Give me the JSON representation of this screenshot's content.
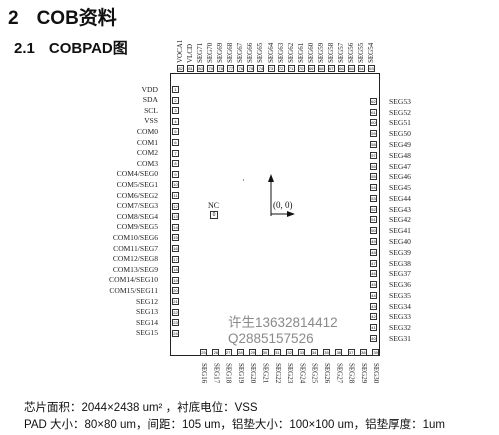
{
  "heading": {
    "number": "2",
    "title": "COB资料"
  },
  "subheading": {
    "number": "2.1",
    "title": "COBPAD图"
  },
  "left_pins": [
    {
      "label": "VDD",
      "num": "1"
    },
    {
      "label": "SDA",
      "num": "2"
    },
    {
      "label": "SCL",
      "num": "3"
    },
    {
      "label": "VSS",
      "num": "4"
    },
    {
      "label": "COM0",
      "num": "5"
    },
    {
      "label": "COM1",
      "num": "6"
    },
    {
      "label": "COM2",
      "num": "7"
    },
    {
      "label": "COM3",
      "num": "8"
    },
    {
      "label": "COM4/SEG0",
      "num": "9"
    },
    {
      "label": "COM5/SEG1",
      "num": "10"
    },
    {
      "label": "COM6/SEG2",
      "num": "11"
    },
    {
      "label": "COM7/SEG3",
      "num": "12"
    },
    {
      "label": "COM8/SEG4",
      "num": "13"
    },
    {
      "label": "COM9/SEG5",
      "num": "14"
    },
    {
      "label": "COM10/SEG6",
      "num": "15"
    },
    {
      "label": "COM11/SEG7",
      "num": "16"
    },
    {
      "label": "COM12/SEG8",
      "num": "17"
    },
    {
      "label": "COM13/SEG9",
      "num": "18"
    },
    {
      "label": "COM14/SEG10",
      "num": "19"
    },
    {
      "label": "COM15/SEG11",
      "num": "20"
    },
    {
      "label": "SEG12",
      "num": "21"
    },
    {
      "label": "SEG13",
      "num": "22"
    },
    {
      "label": "SEG14",
      "num": "23"
    },
    {
      "label": "SEG15",
      "num": "24"
    }
  ],
  "bottom_pins": [
    {
      "label": "SEG16",
      "num": "25"
    },
    {
      "label": "SEG17",
      "num": "26"
    },
    {
      "label": "SEG18",
      "num": "27"
    },
    {
      "label": "SEG19",
      "num": "28"
    },
    {
      "label": "SEG20",
      "num": "29"
    },
    {
      "label": "SEG21",
      "num": "30"
    },
    {
      "label": "SEG22",
      "num": "31"
    },
    {
      "label": "SEG23",
      "num": "32"
    },
    {
      "label": "SEG24",
      "num": "33"
    },
    {
      "label": "SEG25",
      "num": "34"
    },
    {
      "label": "SEG26",
      "num": "35"
    },
    {
      "label": "SEG27",
      "num": "36"
    },
    {
      "label": "SEG28",
      "num": "37"
    },
    {
      "label": "SEG29",
      "num": "38"
    },
    {
      "label": "SEG30",
      "num": "39"
    }
  ],
  "right_pins": [
    {
      "label": "SEG31",
      "num": "40"
    },
    {
      "label": "SEG32",
      "num": "41"
    },
    {
      "label": "SEG33",
      "num": "42"
    },
    {
      "label": "SEG34",
      "num": "43"
    },
    {
      "label": "SEG35",
      "num": "44"
    },
    {
      "label": "SEG36",
      "num": "45"
    },
    {
      "label": "SEG37",
      "num": "46"
    },
    {
      "label": "SEG38",
      "num": "47"
    },
    {
      "label": "SEG39",
      "num": "48"
    },
    {
      "label": "SEG40",
      "num": "49"
    },
    {
      "label": "SEG41",
      "num": "50"
    },
    {
      "label": "SEG42",
      "num": "51"
    },
    {
      "label": "SEG43",
      "num": "52"
    },
    {
      "label": "SEG44",
      "num": "53"
    },
    {
      "label": "SEG45",
      "num": "54"
    },
    {
      "label": "SEG46",
      "num": "55"
    },
    {
      "label": "SEG47",
      "num": "56"
    },
    {
      "label": "SEG48",
      "num": "57"
    },
    {
      "label": "SEG49",
      "num": "58"
    },
    {
      "label": "SEG50",
      "num": "59"
    },
    {
      "label": "SEG51",
      "num": "60"
    },
    {
      "label": "SEG52",
      "num": "61"
    },
    {
      "label": "SEG53",
      "num": "62"
    }
  ],
  "top_pins": [
    {
      "label": "SEG54",
      "num": "63"
    },
    {
      "label": "SEG55",
      "num": "64"
    },
    {
      "label": "SEG56",
      "num": "65"
    },
    {
      "label": "SEG57",
      "num": "66"
    },
    {
      "label": "SEG58",
      "num": "67"
    },
    {
      "label": "SEG59",
      "num": "68"
    },
    {
      "label": "SEG60",
      "num": "69"
    },
    {
      "label": "SEG61",
      "num": "70"
    },
    {
      "label": "SEG62",
      "num": "71"
    },
    {
      "label": "SEG63",
      "num": "72"
    },
    {
      "label": "SEG64",
      "num": "73"
    },
    {
      "label": "SEG65",
      "num": "74"
    },
    {
      "label": "SEG66",
      "num": "75"
    },
    {
      "label": "SEG67",
      "num": "76"
    },
    {
      "label": "SEG68",
      "num": "77"
    },
    {
      "label": "SEG69",
      "num": "78"
    },
    {
      "label": "SEG70",
      "num": "79"
    },
    {
      "label": "SEG71",
      "num": "80"
    },
    {
      "label": "VLCD",
      "num": "81"
    },
    {
      "label": "VOCA1",
      "num": "82"
    }
  ],
  "nc": {
    "label": "NC",
    "num": "0"
  },
  "origin_label": "(0, 0)",
  "watermark": {
    "line1": "许生13632814412",
    "line2": "Q2885157526"
  },
  "footer": {
    "line1": "芯片面积：2044×2438 um²   ，衬底电位：VSS",
    "line2": "PAD 大小：80×80 um，间距：105 um，铝垫大小：100×100 um，铝垫厚度：1um"
  }
}
